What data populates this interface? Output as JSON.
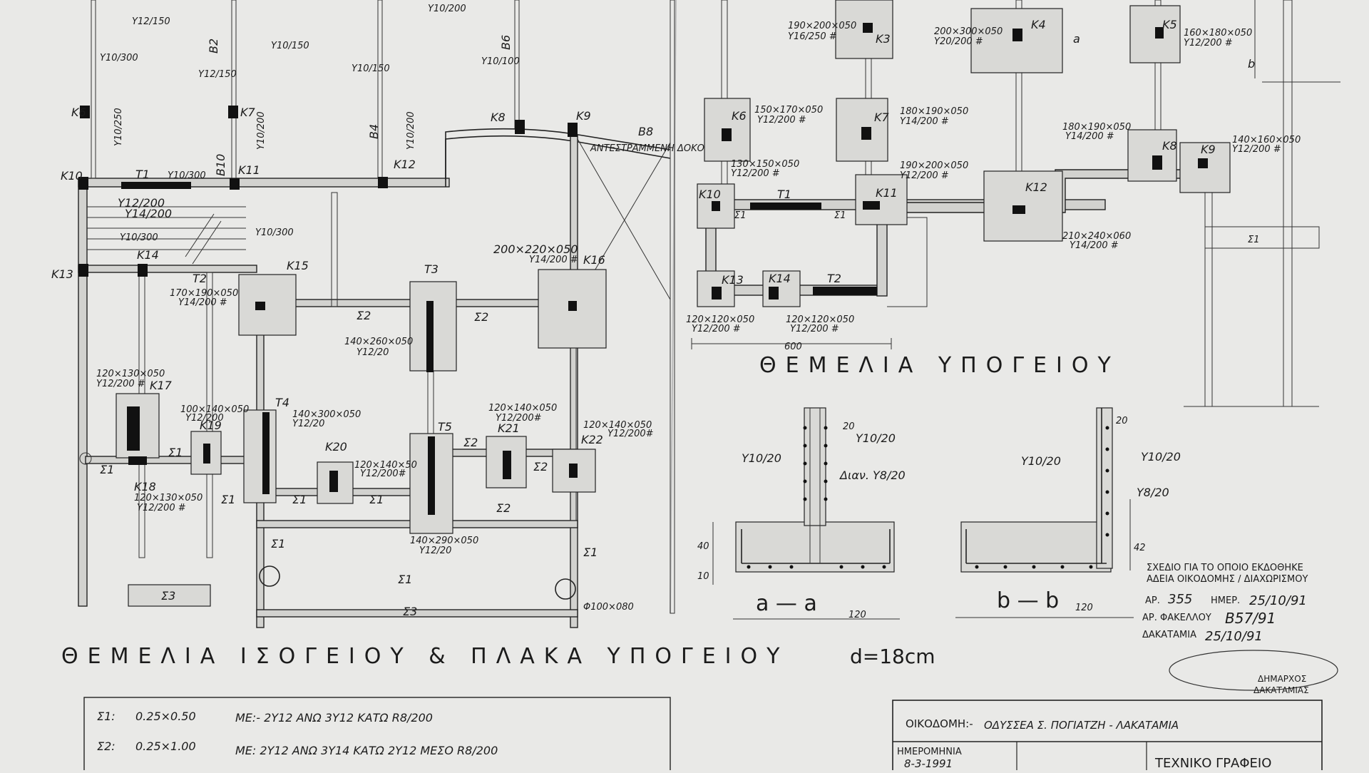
{
  "titles": {
    "ground_floor": "ΘΕΜΕΛΙΑ ΙΣΟΓΕΙΟΥ & ΠΛΑΚΑ ΥΠΟΓΕΙΟΥ",
    "ground_floor_thickness": "d=18cm",
    "basement": "ΘΕΜΕΛΙΑ ΥΠΟΓΕΙΟΥ"
  },
  "legend": [
    {
      "code": "Σ1:",
      "size": "0.25×0.50",
      "spec": "ΜΕ:- 2Υ12 ΑΝΩ 3Υ12 ΚΑΤΩ R8/200"
    },
    {
      "code": "Σ2:",
      "size": "0.25×1.00",
      "spec": "ΜΕ: 2Υ12 ΑΝΩ 3Υ14 ΚΑΤΩ 2Υ12 ΜΕΣΟ R8/200"
    }
  ],
  "permit": {
    "line1": "ΣΧΕΔΙΟ ΓΙΑ ΤΟ ΟΠΟΙΟ ΕΚΔΟΘΗΚΕ",
    "line2": "ΑΔΕΙΑ ΟΙΚΟΔΟΜΗΣ / ΔΙΑΧΩΡΙΣΜΟΥ",
    "ar_label": "ΑΡ.",
    "ar_value": "355",
    "date_label": "ΗΜΕΡ.",
    "date_value": "25/10/91",
    "folder_label": "ΑΡ. ΦΑΚΕΛΛΟΥ",
    "folder_value": "Β57/91",
    "place_label": "ΔΑΚΑΤΑΜΙΑ",
    "place_date": "25/10/91",
    "mayor_line1": "ΔΗΜΑΡΧΟΣ",
    "mayor_line2": "ΔΑΚΑΤΑΜΙΑΣ"
  },
  "title_block": {
    "building_label": "ΟΙΚΟΔΟΜΗ:-",
    "building_value": "ΟΔΥΣΣΕΑ Σ. ΠΟΓΙΑΤΖΗ - ΛΑΚΑΤΑΜΙΑ",
    "date_label": "ΗΜΕΡΟΜΗΝΙΑ",
    "date_value": "8-3-1991",
    "office": "ΤΕΧΝΙΚΟ ΓΡΑΦΕΙΟ"
  },
  "sections": {
    "aa_label": "a — a",
    "bb_label": "b — b",
    "aa_rebar_top": "Υ10/20",
    "aa_rebar_left": "Υ10/20",
    "aa_rebar_mid": "Διαν. Υ8/20",
    "bb_rebar_left": "Υ10/20",
    "bb_rebar_right": "Υ10/20",
    "bb_rebar_low": "Υ8/20",
    "dim_20a": "20",
    "dim_20b": "20",
    "dim_40": "40",
    "dim_10": "10",
    "dim_120a": "120",
    "dim_120b": "120",
    "dim_42": "42"
  },
  "ground_labels": {
    "k6": "K6",
    "k7": "K7",
    "k8": "K8",
    "k9": "K9",
    "k10": "K10",
    "k11": "K11",
    "k12": "K12",
    "k13": "K13",
    "k14": "K14",
    "k15": "K15",
    "k16": "K16",
    "k17": "K17",
    "k18": "K18",
    "k19": "K19",
    "k20": "K20",
    "k21": "K21",
    "k22": "K22",
    "t1": "T1",
    "t2": "T2",
    "t3": "T3",
    "t4": "T4",
    "t5": "T5",
    "b2": "B2",
    "b4": "B4",
    "b6": "B6",
    "b8": "B8",
    "b10": "B10",
    "r1": "Υ12/150",
    "r2": "Υ10/200",
    "r3": "Υ10/150",
    "r4": "Υ10/150",
    "r5": "Υ12/150",
    "r6": "Υ10/100",
    "r7": "Υ10/250",
    "r8": "Υ10/200",
    "r9": "Υ10/200",
    "r10": "Υ10/300",
    "r11": "Υ10/300",
    "r12": "Υ10/300",
    "r13": "Υ12/200",
    "r14": "Υ14/200",
    "r15": "Υ10/300",
    "inverted_beam": "ΑΝΤΕΣΤΡΑΜΜΕΝΗ ΔΟΚΟΣ",
    "f16": "200×220×050",
    "f16b": "Υ14/200 #",
    "f15": "170×190×050",
    "f15b": "Υ14/200 #",
    "f_center": "140×260×050",
    "f_centerb": "Υ12/20",
    "f17": "120×130×050",
    "f17b": "Υ12/200 #",
    "f19": "100×140×050",
    "f19b": "Υ12/200",
    "f_t4": "140×300×050",
    "f_t4b": "Υ12/20",
    "f21": "120×140×050",
    "f21b": "Υ12/200#",
    "f22": "120×140×050",
    "f22b": "Υ12/200#",
    "f20": "120×140×50",
    "f20b": "Υ12/200#",
    "f18": "120×130×050",
    "f18b": "Υ12/200 #",
    "f_t5": "140×290×050",
    "f_t5b": "Υ12/20",
    "s1": "Σ1",
    "s2": "Σ2",
    "s3": "Σ3",
    "pile": "Φ100×080"
  },
  "basement_labels": {
    "k3": "K3",
    "k4": "K4",
    "k5": "K5",
    "k6": "K6",
    "k7": "K7",
    "k8": "K8",
    "k9": "K9",
    "k10": "K10",
    "k11": "K11",
    "k12": "K12",
    "k13": "K13",
    "k14": "K14",
    "t1": "T1",
    "t2": "T2",
    "f3": "190×200×050",
    "f3b": "Υ16/250 #",
    "f4": "200×300×050",
    "f4b": "Υ20/200 #",
    "f5": "160×180×050",
    "f5b": "Υ12/200 #",
    "f6": "150×170×050",
    "f6b": "Υ12/200 #",
    "f7": "180×190×050",
    "f7b": "Υ14/200 #",
    "f8": "180×190×050",
    "f8b": "Υ14/200 #",
    "f9": "140×160×050",
    "f9b": "Υ12/200 #",
    "f10": "130×150×050",
    "f10b": "Υ12/200 #",
    "f11": "190×200×050",
    "f11b": "Υ12/200 #",
    "f12": "210×240×060",
    "f12b": "Υ14/200 #",
    "f13": "120×120×050",
    "f13b": "Υ12/200 #",
    "f14": "120×120×050",
    "f14b": "Υ12/200 #",
    "dim600": "600",
    "sec_a": "a",
    "sec_b": "b",
    "e1": "Σ1"
  }
}
